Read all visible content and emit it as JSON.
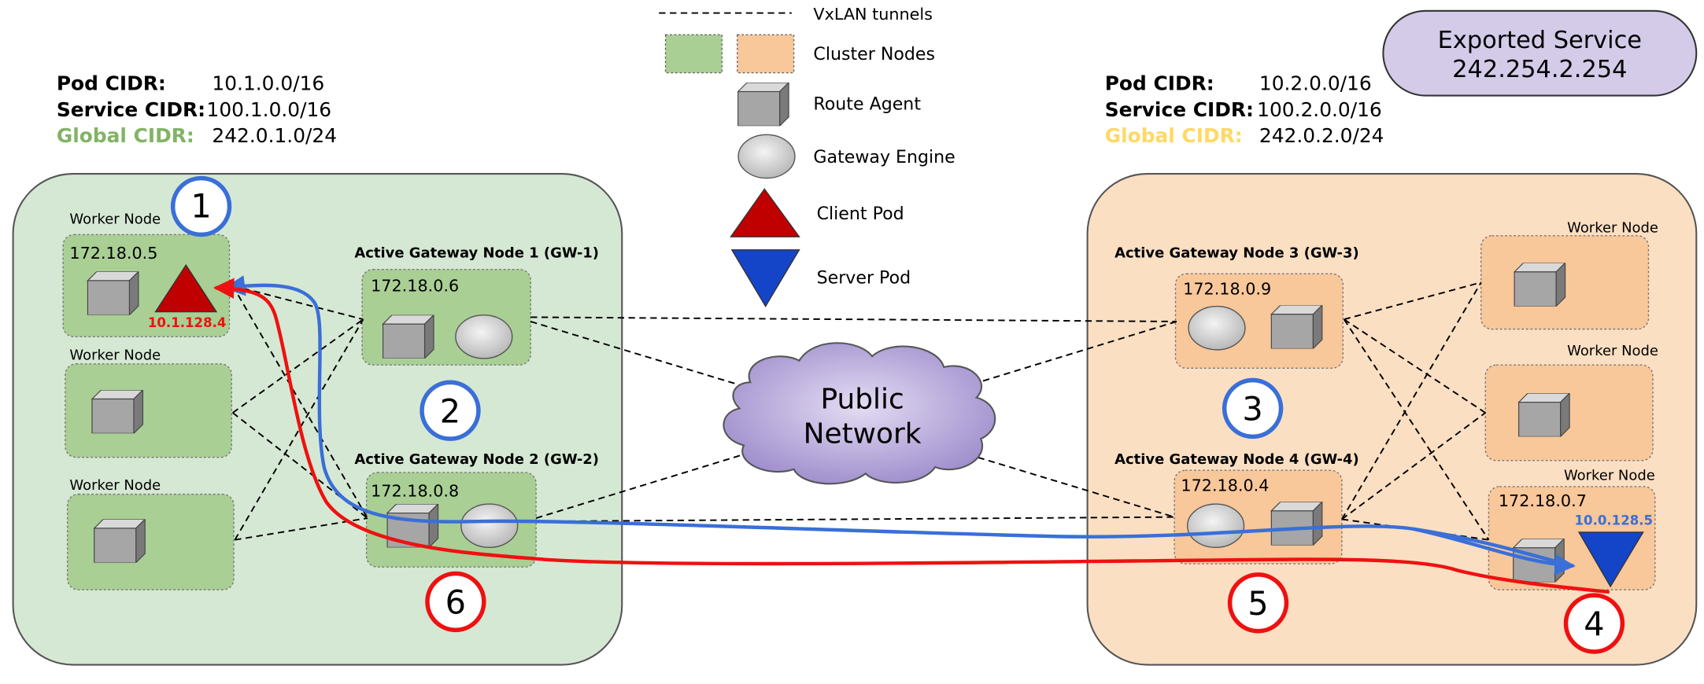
{
  "legend": {
    "tunnels": "VxLAN tunnels",
    "cluster_nodes": "Cluster Nodes",
    "route_agent": "Route Agent",
    "gateway_engine": "Gateway Engine",
    "client_pod": "Client Pod",
    "server_pod": "Server Pod"
  },
  "exported_service": {
    "title": "Exported Service",
    "ip": "242.254.2.254"
  },
  "public_network": {
    "line1": "Public",
    "line2": "Network"
  },
  "cluster1": {
    "pod_cidr_label": "Pod CIDR:",
    "pod_cidr": "10.1.0.0/16",
    "service_cidr_label": "Service CIDR:",
    "service_cidr": "100.1.0.0/16",
    "global_cidr_label": "Global CIDR:",
    "global_cidr": "242.0.1.0/24",
    "worker1": {
      "name": "Worker Node",
      "ip": "172.18.0.5",
      "pod_ip": "10.1.128.4"
    },
    "worker2": {
      "name": "Worker Node"
    },
    "worker3": {
      "name": "Worker Node"
    },
    "gw1": {
      "name": "Active Gateway Node 1 (GW-1)",
      "ip": "172.18.0.6"
    },
    "gw2": {
      "name": "Active Gateway Node 2 (GW-2)",
      "ip": "172.18.0.8"
    }
  },
  "cluster2": {
    "pod_cidr_label": "Pod CIDR:",
    "pod_cidr": "10.2.0.0/16",
    "service_cidr_label": "Service CIDR:",
    "service_cidr": "100.2.0.0/16",
    "global_cidr_label": "Global CIDR:",
    "global_cidr": "242.0.2.0/24",
    "worker1": {
      "name": "Worker Node"
    },
    "worker2": {
      "name": "Worker Node"
    },
    "worker3": {
      "name": "Worker Node",
      "ip": "172.18.0.7",
      "pod_ip": "10.0.128.5"
    },
    "gw3": {
      "name": "Active Gateway Node 3 (GW-3)",
      "ip": "172.18.0.9"
    },
    "gw4": {
      "name": "Active Gateway Node 4 (GW-4)",
      "ip": "172.18.0.4"
    }
  },
  "steps": [
    "1",
    "2",
    "3",
    "4",
    "5",
    "6"
  ],
  "colors": {
    "green_cluster": "#d5e8d4",
    "green_node": "#a9cf94",
    "orange_cluster": "#fbdfc3",
    "orange_node": "#f8c79a",
    "request_path": "#3a6fd8",
    "response_path": "#ee1111",
    "client_pod": "#c00000",
    "server_pod": "#1444c8",
    "exported_service": "#d3cbe8",
    "global_cidr_c1": "#82b366",
    "global_cidr_c2": "#ffd966"
  }
}
